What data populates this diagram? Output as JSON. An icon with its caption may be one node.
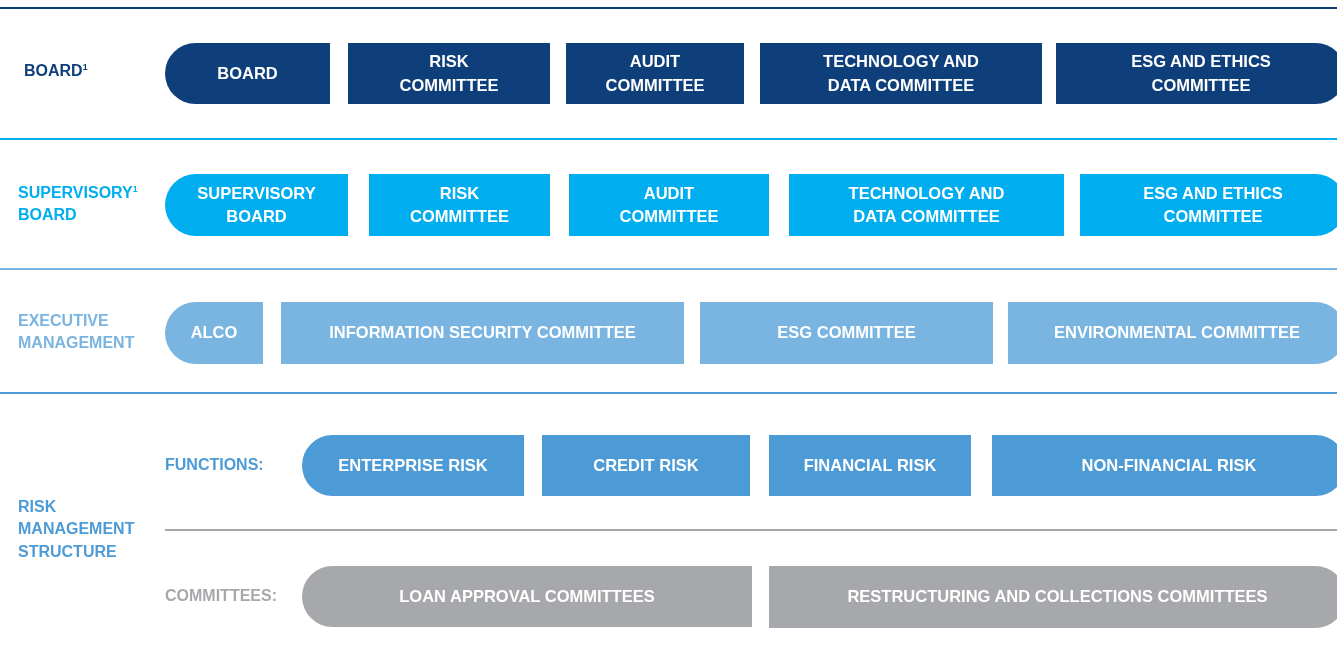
{
  "diagram": {
    "nodes": [
      {
        "text": [
          "BOARD"
        ]
      },
      {
        "text": [
          "RISK COMMITTEE"
        ]
      },
      {
        "text": [
          "AUDIT COMMITTEE"
        ]
      },
      {
        "text": [
          "TECHNOLOGY AND DATA COMMITTEE"
        ]
      },
      {
        "text": [
          "ESG AND ETHICS COMMITTEE"
        ]
      },
      {
        "text": [
          "SUPERVISORY BOARD"
        ]
      },
      {
        "text": [
          "RISK COMMITTEE"
        ]
      },
      {
        "text": [
          "AUDIT COMMITTEE"
        ]
      },
      {
        "text": [
          "TECHNOLOGY AND DATA COMMITTEE"
        ]
      },
      {
        "text": [
          "ESG AND ETHICS COMMITTEE"
        ]
      },
      {
        "text": [
          "ALCO"
        ]
      },
      {
        "text": [
          "INFORMATION SECURITY COMMITTEE"
        ]
      },
      {
        "text": [
          "ESG COMMITTEE"
        ]
      },
      {
        "text": [
          "ENVIRONMENTAL COMMITTEE"
        ]
      },
      {
        "text": [
          "ENTERPRISE RISK"
        ]
      },
      {
        "text": [
          "CREDIT RISK"
        ]
      },
      {
        "text": [
          "FINANCIAL RISK"
        ]
      },
      {
        "text": [
          "NON-FINANCIAL RISK"
        ]
      },
      {
        "text": [
          "LOAN APPROVAL COMMITTEES"
        ]
      },
      {
        "text": [
          "RESTRUCTURING AND COLLECTIONS COMMITTEES"
        ]
      }
    ],
    "edges": [],
    "labels": [
      "BOARD$^{1}$",
      "SUPERVISORY$^{1}$ BOARD",
      "EXECUTIVE MANAGEMENT",
      "FUNCTIONS:",
      "RISK MANAGEMENT STRUCTURE",
      "COMMITTEES:"
    ]
  }
}
